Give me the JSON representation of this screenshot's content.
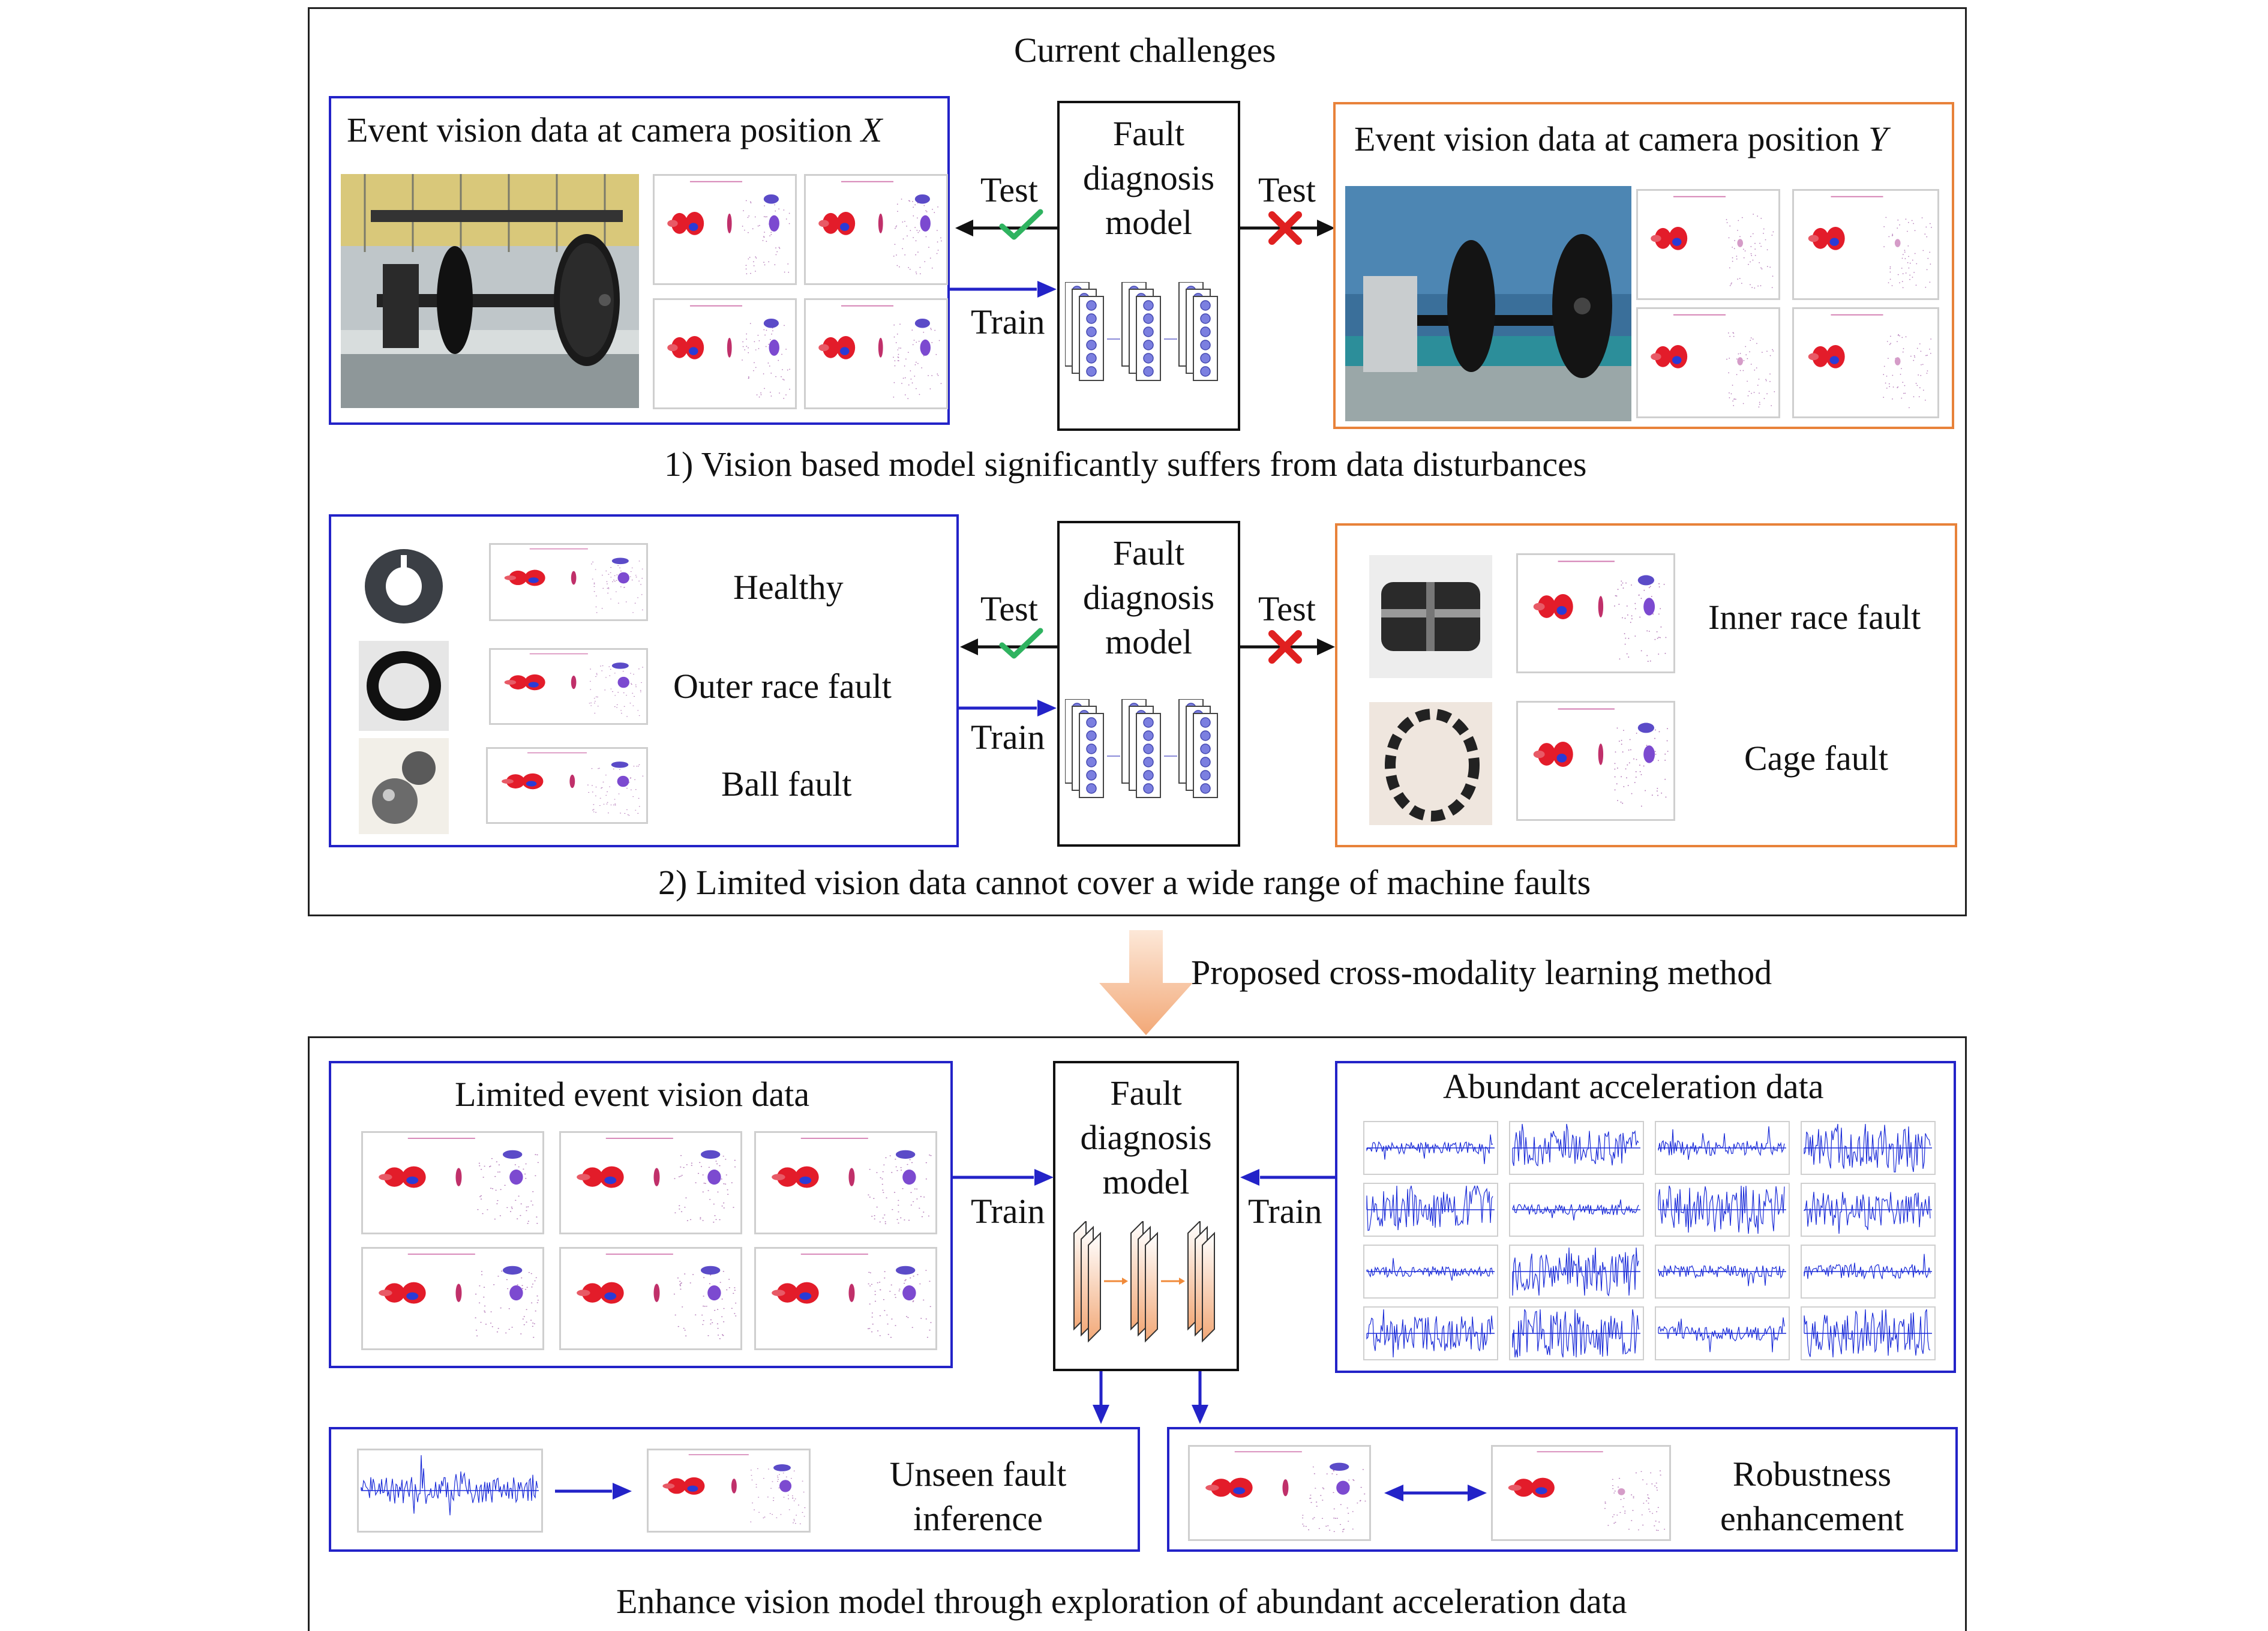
{
  "top_section": {
    "title": "Current challenges",
    "row1": {
      "left_box_title": "Event vision data at camera position ",
      "left_box_var": "X",
      "right_box_title": "Event vision data at camera position ",
      "right_box_var": "Y",
      "model_label": "Fault diagnosis model",
      "test_label_left": "Test",
      "test_label_right": "Test",
      "train_label": "Train",
      "caption": "1) Vision based model significantly suffers from data disturbances"
    },
    "row2": {
      "left_labels": [
        "Healthy",
        "Outer race fault",
        "Ball fault"
      ],
      "right_labels": [
        "Inner race fault",
        "Cage fault"
      ],
      "model_label": "Fault diagnosis model",
      "test_label_left": "Test",
      "test_label_right": "Test",
      "train_label": "Train",
      "caption": "2) Limited vision data cannot cover a wide range of machine faults"
    }
  },
  "transition": {
    "label": "Proposed cross-modality learning method"
  },
  "bottom_section": {
    "left_box_title": "Limited event vision data",
    "right_box_title": "Abundant acceleration data",
    "model_label": "Fault diagnosis model",
    "train_label_left": "Train",
    "train_label_right": "Train",
    "unseen_label": "Unseen fault inference",
    "robust_label": "Robustness enhancement",
    "caption": "Enhance vision model through exploration of abundant acceleration data"
  },
  "colors": {
    "blue_box": "#2323c8",
    "orange_box": "#e8823a",
    "check": "#2fb360",
    "cross": "#e02020",
    "transition_arrow": "#f5c09a"
  }
}
